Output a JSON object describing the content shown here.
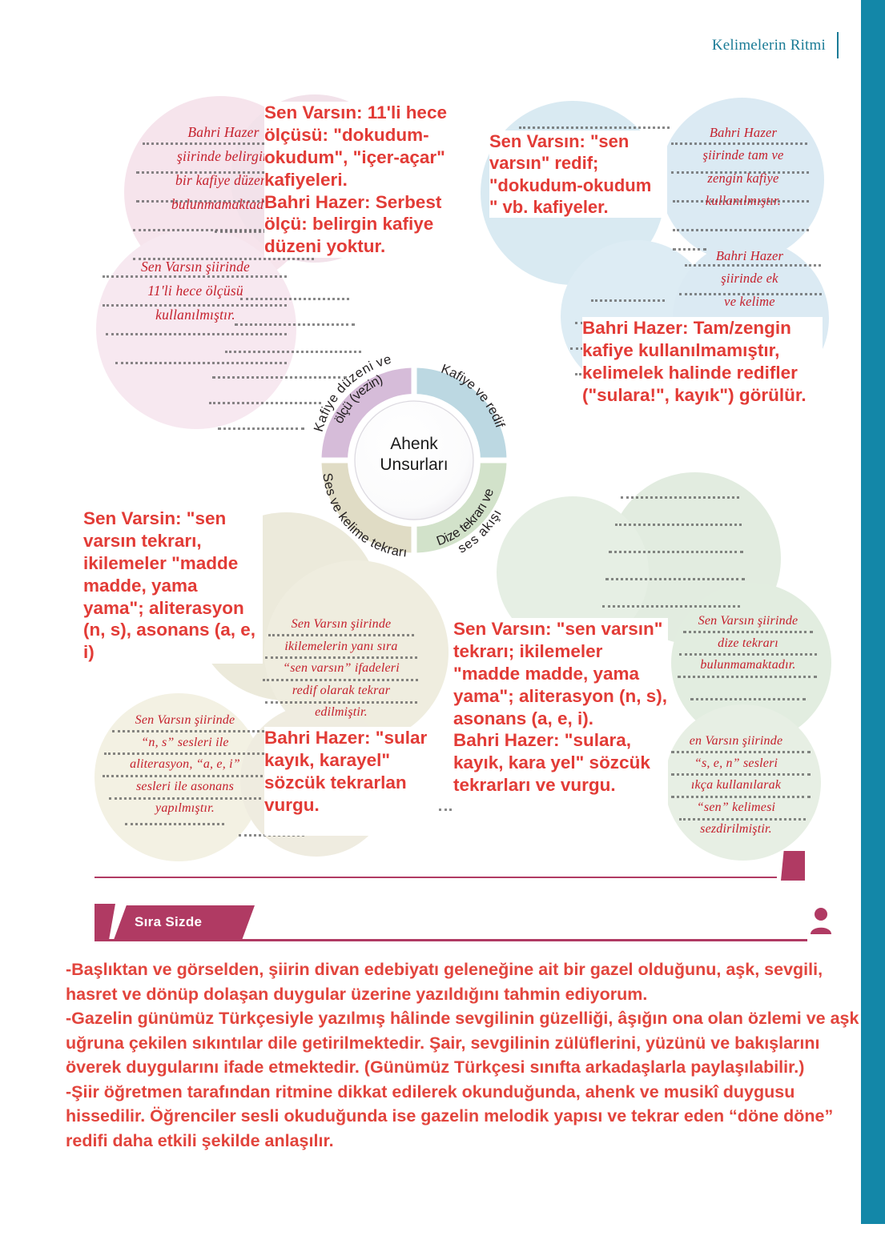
{
  "header": {
    "title": "Kelimelerin Ritmi"
  },
  "wheel": {
    "center_line1": "Ahenk",
    "center_line2": "Unsurları",
    "segments": [
      {
        "id": "kafiye-duzeni-olcu",
        "label_line1": "Kafiye düzeni ve",
        "label_line2": "ölçü (vezin)",
        "color": "#d9c3dc"
      },
      {
        "id": "kafiye-redif",
        "label_line1": "Kafiye ve redif",
        "label_line2": "",
        "color": "#bdd9e3"
      },
      {
        "id": "dize-tekrari-ses-akisi",
        "label_line1": "Dize tekrarı ve",
        "label_line2": "ses akışı",
        "color": "#d4e3cd"
      },
      {
        "id": "ses-kelime-tekrari",
        "label_line1": "Ses ve kelime tekrarı",
        "label_line2": "",
        "color": "#e0ddc7"
      }
    ]
  },
  "handwritten_notes": [
    {
      "id": "note-bahri-hazer-kafiye-duzeni",
      "lines": [
        "Bahri Hazer",
        "şiirinde belirgin",
        "bir kafiye düzeni",
        "bulunmamaktadır."
      ]
    },
    {
      "id": "note-sen-varsin-hece-olcusu",
      "lines": [
        "Sen Varsın şiirinde",
        "11'li hece ölçüsü",
        "kullanılmıştır."
      ]
    },
    {
      "id": "note-bahri-hazer-tam-zengin-kafiye",
      "lines": [
        "Bahri Hazer",
        "şiirinde tam ve",
        "zengin kafiye",
        "kullanılmıştır."
      ]
    },
    {
      "id": "note-bahri-hazer-ek-kelime",
      "lines": [
        "Bahri Hazer",
        "şiirinde ek",
        "ve kelime"
      ]
    },
    {
      "id": "note-sen-varsin-ikilemeler-redif",
      "lines": [
        "Sen Varsın şiirinde",
        "ikilemelerin yanı sıra",
        "“sen varsın” ifadeleri",
        "redif olarak tekrar",
        "edilmiştir."
      ]
    },
    {
      "id": "note-sen-varsin-aliterasyon-asonans",
      "lines": [
        "Sen Varsın şiirinde",
        "“n, s” sesleri ile",
        "aliterasyon, “a, e, i”",
        "sesleri ile asonans",
        "yapılmıştır."
      ]
    },
    {
      "id": "note-sen-varsin-dize-tekrari",
      "lines": [
        "Sen Varsın şiirinde",
        "dize tekrarı",
        "bulunmamaktadır."
      ]
    },
    {
      "id": "note-sen-varsin-s-e-n-sesleri",
      "lines": [
        "en Varsın şiirinde",
        "“s, e, n” sesleri",
        "ıkça kullanılarak",
        "“sen” kelimesi",
        "sezdirilmiştir."
      ]
    }
  ],
  "answers": [
    {
      "id": "answer-olcu-kafiye",
      "text": "Sen Varsın: 11'li hece ölçüsü: \"dokudum-okudum\", \"içer-açar\" kafiyeleri.\nBahri Hazer: Serbest ölçü: belirgin kafiye düzeni yoktur."
    },
    {
      "id": "answer-sen-varsin-redif",
      "text": "Sen Varsın: \"sen varsın\" redif; \"dokudum-okudum\n\" vb. kafiyeler."
    },
    {
      "id": "answer-bahri-hazer-redif",
      "text": "Bahri Hazer: Tam/zengin kafiye kullanılmamıştır, kelimelek halinde redifler (\"sulara!\", kayık\") görülür."
    },
    {
      "id": "answer-sen-varsin-ikileme-left",
      "text": "Sen Varsin: \"sen varsın tekrarı, ikilemeler \"madde madde, yama yama\"; aliterasyon (n, s), asonans (a, e, i)"
    },
    {
      "id": "answer-bahri-hazer-sulan-kayik",
      "text": "Bahri Hazer: \"sular kayık, karayel\" sözcük tekrarlan vurgu."
    },
    {
      "id": "answer-dize-tekrari-ses-akisi",
      "text": "Sen Varsın: \"sen varsın\" tekrarı; ikilemeler \"madde madde, yama yama\"; aliterasyon (n, s), asonans (a, e, i).\nBahri Hazer: \"sulara, kayık, kara yel\" sözcük tekrarları ve vurgu."
    }
  ],
  "sira_sizde": {
    "label": "Sıra Sizde",
    "body": "-Başlıktan ve görselden, şiirin divan edebiyatı geleneğine ait bir gazel olduğunu, aşk, sevgili, hasret ve dönüp dolaşan duygular üzerine yazıldığını tahmin ediyorum.\n-Gazelin günümüz Türkçesiyle yazılmış hâlinde sevgilinin güzelliği, âşığın ona olan özlemi ve aşk uğruna çekilen sıkıntılar dile getirilmektedir. Şair, sevgilinin zülüflerini, yüzünü ve bakışlarını överek duygularını ifade etmektedir. (Günümüz Türkçesi sınıfta arkadaşlarla paylaşılabilir.)\n-Şiir öğretmen tarafından ritmine dikkat edilerek okunduğunda, ahenk ve musikî duygusu hissedilir. Öğrenciler sesli okuduğunda ise gazelin melodik yapısı ve tekrar eden “döne döne” redifi daha etkili şekilde anlaşılır."
  },
  "colors": {
    "teal": "#1387a8",
    "red": "#e23b36",
    "handwriting_red": "#c4202c",
    "magenta": "#b03a63"
  }
}
